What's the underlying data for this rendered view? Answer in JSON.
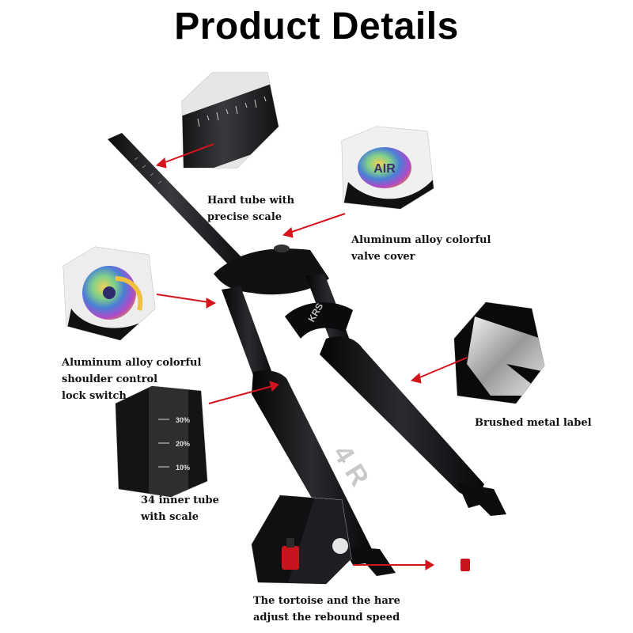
{
  "title": "Product Details",
  "captions": {
    "hard_tube": [
      "Hard tube with",
      "precise scale"
    ],
    "valve_cover": [
      "Aluminum alloy colorful",
      "valve cover"
    ],
    "shoulder_lock": [
      "Aluminum alloy colorful",
      "shoulder control",
      "lock switch"
    ],
    "brushed_label": [
      "Brushed metal label"
    ],
    "inner_tube": [
      "34 inner tube",
      "with scale"
    ],
    "rebound": [
      "The tortoise and the hare",
      "adjust the rebound speed"
    ]
  },
  "valve_cap_text": "AIR",
  "inner_tube_scale": [
    "30%",
    "20%",
    "10%"
  ],
  "colors": {
    "arrow": "#d4141c",
    "fork": "#1a1a1c",
    "background": "#ffffff"
  }
}
